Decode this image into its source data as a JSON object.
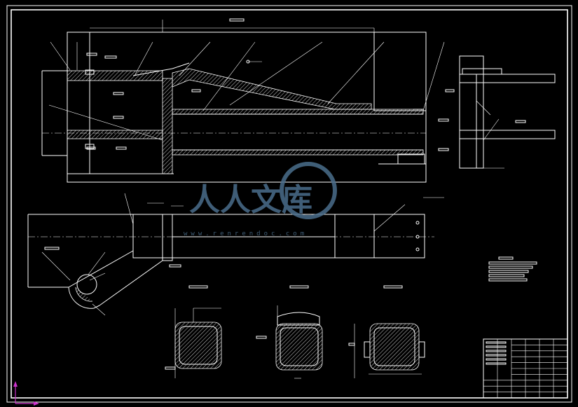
{
  "title_block": {
    "rows": 10,
    "cols": 6
  },
  "section_labels": [
    {
      "id": "section-1"
    },
    {
      "id": "section-2"
    },
    {
      "id": "section-3"
    }
  ],
  "watermark": {
    "logo_text": "人人文库",
    "url": "www.renrendoc.com",
    "color": "#4a6e8c"
  },
  "colors": {
    "background": "#000000",
    "line": "#ffffff",
    "axis_y": "#cc33cc",
    "axis_x": "#cc33cc"
  }
}
